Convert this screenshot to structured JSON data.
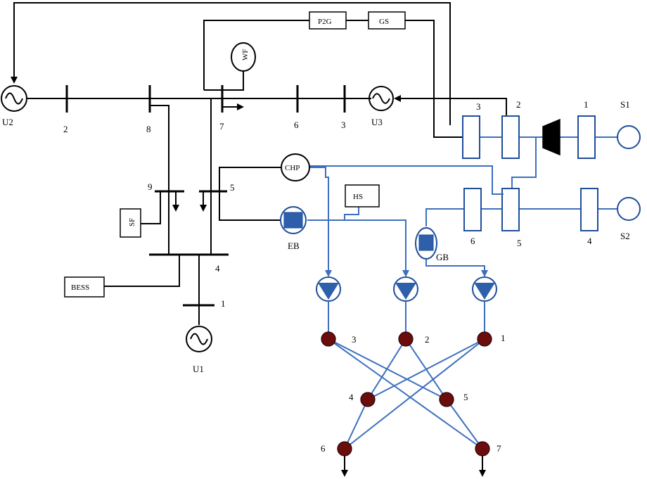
{
  "electric": {
    "generators": {
      "u1": "U1",
      "u2": "U2",
      "u3": "U3"
    },
    "buses": {
      "b1": "1",
      "b2": "2",
      "b3": "3",
      "b4": "4",
      "b5": "5",
      "b6": "6",
      "b7": "7",
      "b8": "8",
      "b9": "9"
    },
    "devices": {
      "p2g": "P2G",
      "gs": "GS",
      "wf": "WF",
      "sf": "SF",
      "bess": "BESS"
    }
  },
  "gas": {
    "nodes": {
      "n1": "1",
      "n2": "2",
      "n3": "3",
      "n4": "4",
      "n5": "5",
      "n6": "6"
    },
    "sources": {
      "s1": "S1",
      "s2": "S2"
    }
  },
  "coupling": {
    "chp": "CHP",
    "eb": "EB",
    "gb": "GB",
    "hs": "HS"
  },
  "heat": {
    "nodes": {
      "h1": "1",
      "h2": "2",
      "h3": "3",
      "h4": "4",
      "h5": "5",
      "h6": "6",
      "h7": "7"
    }
  },
  "colors": {
    "electric": "#000000",
    "gas_heat": "#3d6fbf",
    "pump_fill": "#2e5faa",
    "heat_node": "#6b0d0d"
  }
}
